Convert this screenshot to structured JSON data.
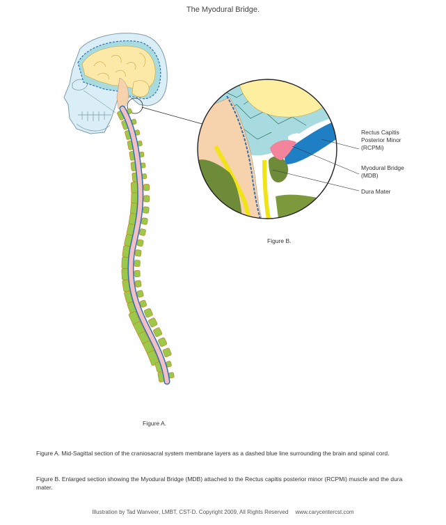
{
  "title": "The Myodural Bridge.",
  "figure_a_label": "Figure A.",
  "figure_b_label": "Figure B.",
  "callouts": {
    "rcpmi": [
      "Rectus Capitis",
      "Posterior Minor",
      "(RCPMi)"
    ],
    "mdb": [
      "Myodural Bridge",
      "(MDB)"
    ],
    "dura": "Dura Mater"
  },
  "captions": {
    "a": "Figure A. Mid-Sagittal section of the craniosacral system membrane layers as a dashed blue line surrounding the brain and spinal cord.",
    "b": "Figure B. Enlarged section showing the Myodural Bridge (MDB) attached to the Rectus capitis posterior minor (RCPMi) muscle and the dura mater."
  },
  "footer": {
    "credit": "Illustration by Tad Wanveer, LMBT, CST-D. Copyright 2009, All Rights Reserved",
    "url": "www.carycentercst.com"
  },
  "colors": {
    "skull_fill": "#d9eef7",
    "skull_stroke": "#7c9aa5",
    "brain": "#fce9a8",
    "brainstem": "#f6d2ad",
    "membrane": "#2f6fb4",
    "csf": "#a8dbe0",
    "vertebra": "#9cc94a",
    "vertebra_edge": "#c28a2e",
    "spinal_cord": "#f1c0c4",
    "dura_yellow": "#f0e317",
    "muscle_blue": "#1e7fc5",
    "mdb_pink": "#f4849c",
    "olive": "#6e8b3a"
  }
}
